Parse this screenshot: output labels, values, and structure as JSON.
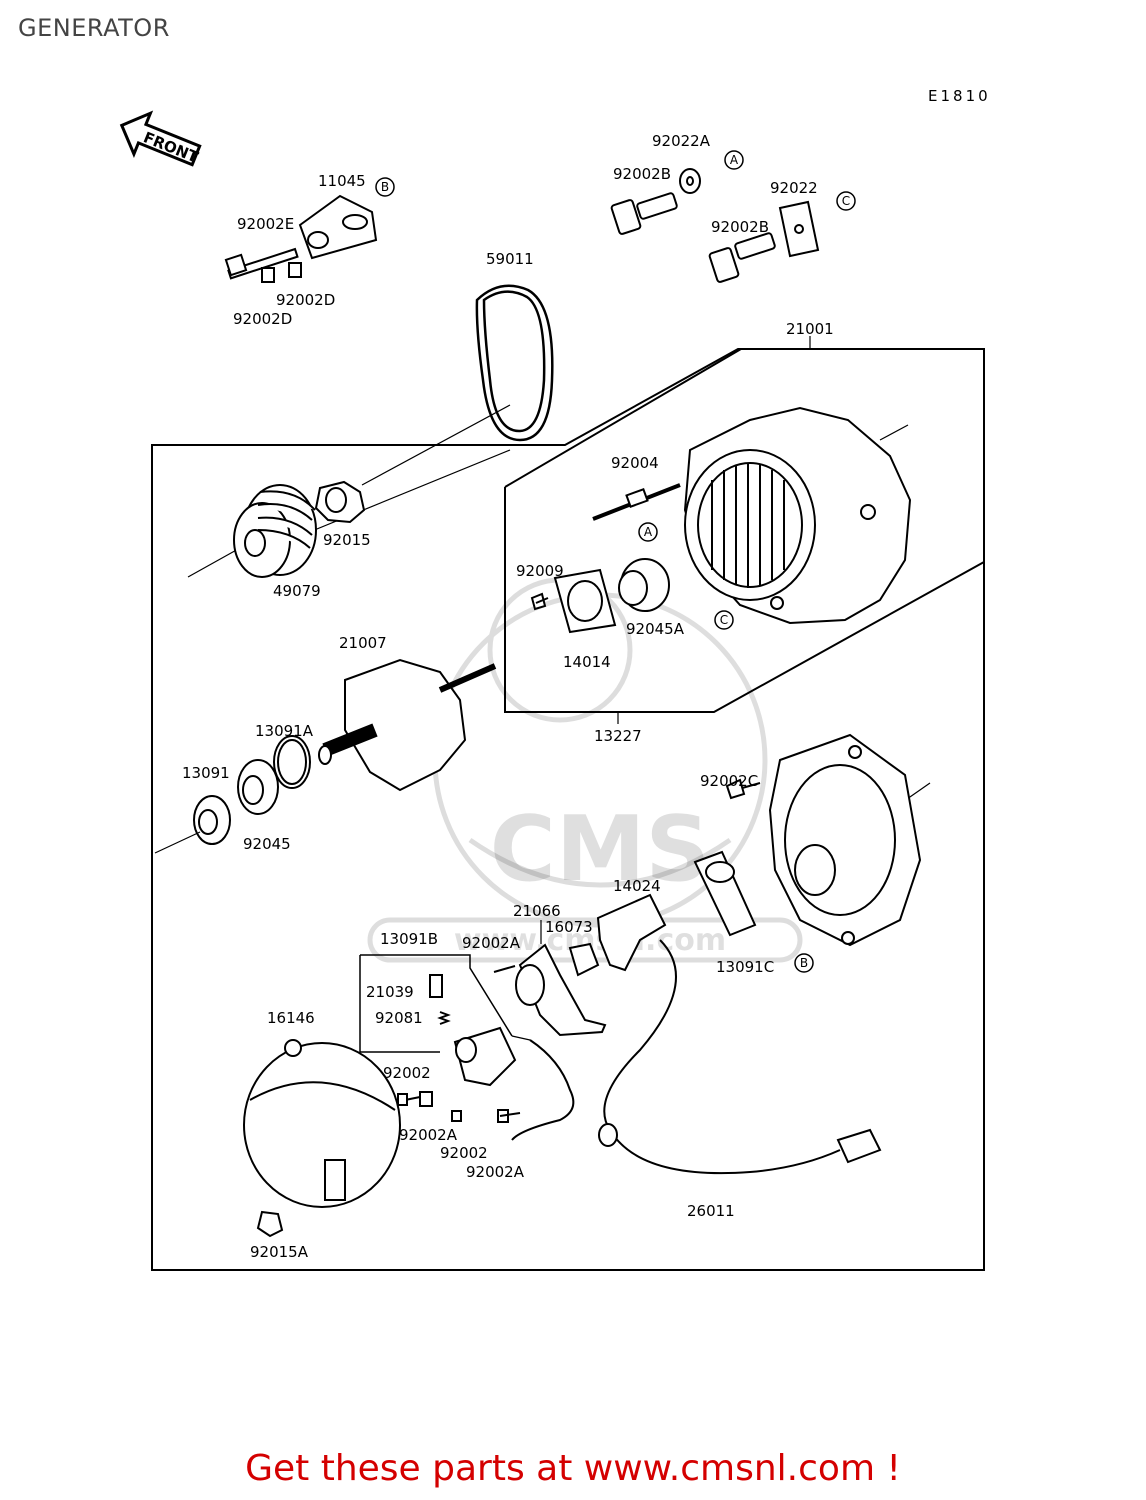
{
  "page": {
    "title": "GENERATOR",
    "diagram_code": "E1810",
    "front_label": "FRONT",
    "footer": "Get these parts at www.cmsnl.com !"
  },
  "watermark": {
    "brand": "CMS",
    "url": "www.cmsnl.com"
  },
  "parts": [
    {
      "id": "p-92022a",
      "label": "92022A"
    },
    {
      "id": "p-92002b-top",
      "label": "92002B"
    },
    {
      "id": "p-92022",
      "label": "92022"
    },
    {
      "id": "p-92002b",
      "label": "92002B"
    },
    {
      "id": "p-11045",
      "label": "11045"
    },
    {
      "id": "p-92002e",
      "label": "92002E"
    },
    {
      "id": "p-92002d-r",
      "label": "92002D"
    },
    {
      "id": "p-92002d-l",
      "label": "92002D"
    },
    {
      "id": "p-59011",
      "label": "59011"
    },
    {
      "id": "p-21001",
      "label": "21001"
    },
    {
      "id": "p-92004",
      "label": "92004"
    },
    {
      "id": "p-92015",
      "label": "92015"
    },
    {
      "id": "p-49079",
      "label": "49079"
    },
    {
      "id": "p-92009",
      "label": "92009"
    },
    {
      "id": "p-92045a",
      "label": "92045A"
    },
    {
      "id": "p-14014",
      "label": "14014"
    },
    {
      "id": "p-21007",
      "label": "21007"
    },
    {
      "id": "p-13227",
      "label": "13227"
    },
    {
      "id": "p-13091a",
      "label": "13091A"
    },
    {
      "id": "p-13091",
      "label": "13091"
    },
    {
      "id": "p-92045",
      "label": "92045"
    },
    {
      "id": "p-92002c",
      "label": "92002C"
    },
    {
      "id": "p-14024",
      "label": "14024"
    },
    {
      "id": "p-21066",
      "label": "21066"
    },
    {
      "id": "p-16073",
      "label": "16073"
    },
    {
      "id": "p-13091b",
      "label": "13091B"
    },
    {
      "id": "p-92002a-top",
      "label": "92002A"
    },
    {
      "id": "p-13091c",
      "label": "13091C"
    },
    {
      "id": "p-21039",
      "label": "21039"
    },
    {
      "id": "p-92081",
      "label": "92081"
    },
    {
      "id": "p-16146",
      "label": "16146"
    },
    {
      "id": "p-92002-l",
      "label": "92002"
    },
    {
      "id": "p-92002a-l",
      "label": "92002A"
    },
    {
      "id": "p-92002-m",
      "label": "92002"
    },
    {
      "id": "p-92002a-b",
      "label": "92002A"
    },
    {
      "id": "p-26011",
      "label": "26011"
    },
    {
      "id": "p-92015a",
      "label": "92015A"
    }
  ],
  "callouts": [
    {
      "id": "c-a1",
      "letter": "A"
    },
    {
      "id": "c-b1",
      "letter": "B"
    },
    {
      "id": "c-c1",
      "letter": "C"
    },
    {
      "id": "c-a2",
      "letter": "A"
    },
    {
      "id": "c-c2",
      "letter": "C"
    },
    {
      "id": "c-b2",
      "letter": "B"
    }
  ]
}
